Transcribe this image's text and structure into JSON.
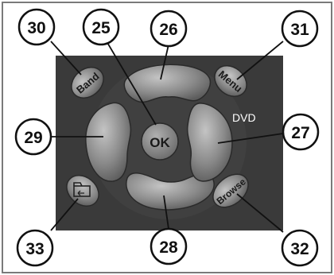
{
  "colors": {
    "panel": "#3a3a3a",
    "button": "#8c8c8c",
    "button_highlight": "#b8b8b8",
    "callout_fill": "#ffffff",
    "callout_stroke": "#111111",
    "frame": "#7a7a7a"
  },
  "panel_label": "DVD",
  "buttons": {
    "ok": "OK",
    "band": "Band",
    "menu": "Menu",
    "browse": "Browse",
    "folder_icon": "folder-back-icon"
  },
  "callouts": {
    "c25": "25",
    "c26": "26",
    "c27": "27",
    "c28": "28",
    "c29": "29",
    "c30": "30",
    "c31": "31",
    "c32": "32",
    "c33": "33"
  }
}
